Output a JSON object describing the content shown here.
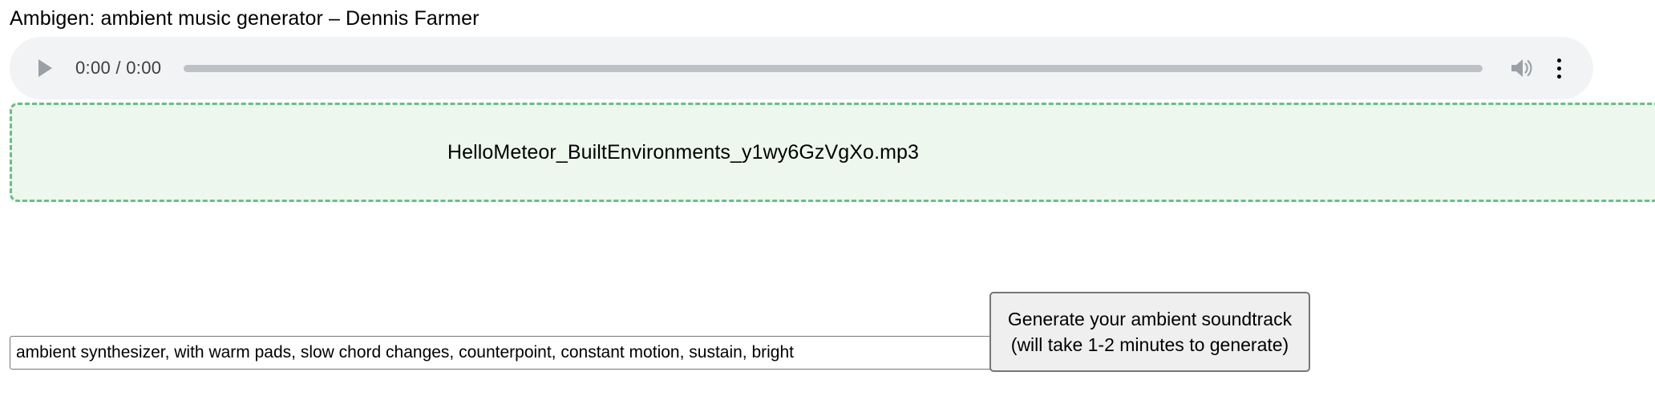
{
  "page": {
    "title": "Ambigen: ambient music generator – Dennis Farmer"
  },
  "audio_player": {
    "play_icon": "play-triangle-icon",
    "time_display": "0:00 / 0:00",
    "progress_percent": 0,
    "volume_icon": "volume-high-icon",
    "more_icon": "more-vertical-icon",
    "track_color": "#bdc1c6",
    "background_color": "#f1f3f4"
  },
  "dropzone": {
    "filename": "HelloMeteor_BuiltEnvironments_y1wy6GzVgXo.mp3",
    "border_color": "#63c281",
    "background_color": "#edf7ee"
  },
  "prompt": {
    "value": "ambient synthesizer, with warm pads, slow chord changes, counterpoint, constant motion, sustain, bright",
    "placeholder": ""
  },
  "generate_button": {
    "label": "Generate your ambient soundtrack (will take 1-2 minutes to generate)"
  }
}
